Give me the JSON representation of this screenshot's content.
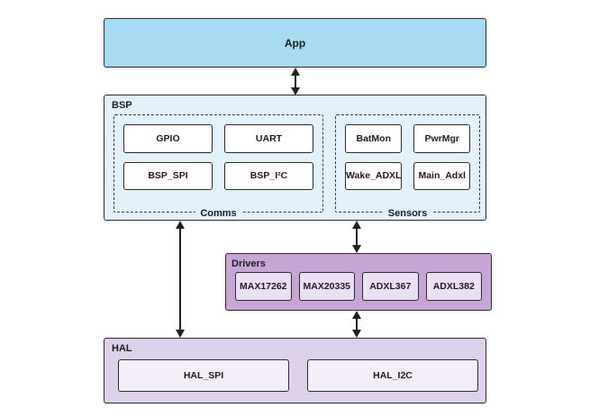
{
  "diagram": {
    "title": "BSP software stack block diagram",
    "colors": {
      "app_fill": "#a6dbf2",
      "bsp_fill": "#e2f1fa",
      "drivers_fill": "#c7a6d7",
      "drivers_chip_fill": "#ecdff4",
      "hal_fill": "#ddd0ea",
      "hal_chip_fill": "#f3edf8",
      "block_border": "#2b2b2b",
      "arrow": "#222222"
    },
    "app": {
      "label": "App"
    },
    "bsp": {
      "label": "BSP",
      "comms": {
        "label": "Comms",
        "blocks": [
          "GPIO",
          "UART",
          "BSP_SPI",
          "BSP_I²C"
        ]
      },
      "sensors": {
        "label": "Sensors",
        "blocks": [
          "BatMon",
          "PwrMgr",
          "Wake_ADXL",
          "Main_Adxl"
        ]
      }
    },
    "drivers": {
      "label": "Drivers",
      "blocks": [
        "MAX17262",
        "MAX20335",
        "ADXL367",
        "ADXL382"
      ]
    },
    "hal": {
      "label": "HAL",
      "blocks": [
        "HAL_SPI",
        "HAL_I2C"
      ]
    }
  }
}
